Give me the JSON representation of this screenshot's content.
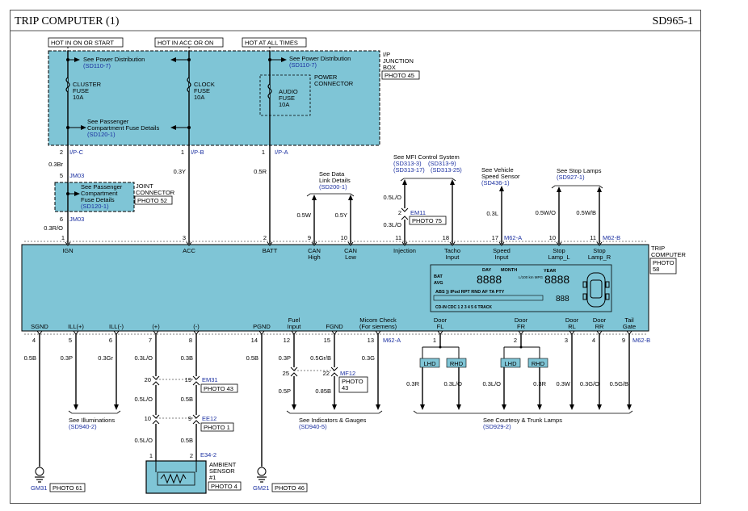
{
  "header": {
    "title": "TRIP COMPUTER (1)",
    "code": "SD965-1"
  },
  "hot_labels": [
    "HOT IN ON OR START",
    "HOT IN ACC OR ON",
    "HOT AT ALL TIMES"
  ],
  "junction_box": {
    "name_lines": [
      "I/P",
      "JUNCTION",
      "BOX"
    ],
    "photo": "PHOTO 45"
  },
  "fuse_box": {
    "see_power_1": "See Power Distribution",
    "see_power_1_ref": "(SD110-7)",
    "see_power_2": "See Power Distribution",
    "see_power_2_ref": "(SD110-7)",
    "power_connector": [
      "POWER",
      "CONNECTOR"
    ],
    "cluster_fuse": [
      "CLUSTER",
      "FUSE",
      "10A"
    ],
    "clock_fuse": [
      "CLOCK",
      "FUSE",
      "10A"
    ],
    "audio_fuse": [
      "AUDIO",
      "FUSE",
      "10A"
    ],
    "see_passenger": [
      "See Passenger",
      "Compartment Fuse Details"
    ],
    "see_passenger_ref": "(SD120-1)"
  },
  "joint_connector": {
    "see": [
      "See Passenger",
      "Compartment",
      "Fuse Details"
    ],
    "ref": "(SD120-1)",
    "name": [
      "JOINT",
      "CONNECTOR"
    ],
    "photo": "PHOTO 52"
  },
  "upper_wires": {
    "ign_pin_top": "2",
    "ign_conn_top": "I/P-C",
    "ign_color1": "0.3Br",
    "ign_pin_jm_in": "5",
    "ign_jm_in": "JM03",
    "ign_pin_jm_out": "6",
    "ign_jm_out": "JM03",
    "ign_color2": "0.3R/O",
    "acc_pin_top": "1",
    "acc_conn_top": "I/P-B",
    "acc_color": "0.3Y",
    "batt_pin_top": "1",
    "batt_conn_top": "I/P-A",
    "batt_color": "0.5R"
  },
  "upper_refs": {
    "data_link": [
      "See Data",
      "Link Details"
    ],
    "data_link_ref": "(SD200-1)",
    "mfi": "See MFI Control System",
    "mfi_refs": [
      "(SD313-3)",
      "(SD313-9)",
      "(SD313-17)",
      "(SD313-25)"
    ],
    "vss": [
      "See Vehicle",
      "Speed Sensor"
    ],
    "vss_ref": "(SD436-1)",
    "stop": "See Stop Lamps",
    "stop_ref": "(SD927-1)",
    "can_h_color": "0.5W",
    "can_l_color": "0.5Y",
    "inj_color1": "0.5L/O",
    "inj_pin_em": "2",
    "inj_em": "EM11",
    "inj_photo": "PHOTO 75",
    "inj_color2": "0.3L/O",
    "speed_color": "0.3L",
    "stopl_color": "0.5W/O",
    "stopr_color": "0.5W/B"
  },
  "trip_computer": {
    "name": [
      "TRIP",
      "COMPUTER"
    ],
    "photo": [
      "PHOTO",
      "58"
    ],
    "top_pins": [
      {
        "num": "1",
        "label": [
          "IGN"
        ]
      },
      {
        "num": "3",
        "label": [
          "ACC"
        ]
      },
      {
        "num": "2",
        "label": [
          "BATT"
        ]
      },
      {
        "num": "9",
        "label": [
          "CAN",
          "High"
        ]
      },
      {
        "num": "10",
        "label": [
          "CAN",
          "Low"
        ]
      },
      {
        "num": "11",
        "label": [
          "Injection"
        ]
      },
      {
        "num": "18",
        "label": [
          "Tacho",
          "Input"
        ]
      },
      {
        "num": "17",
        "label": [
          "Speed",
          "Input"
        ]
      },
      {
        "num": "10",
        "label": [
          "Stop",
          "Lamp_L"
        ]
      },
      {
        "num": "11",
        "label": [
          "Stop",
          "Lamp_R"
        ]
      }
    ],
    "top_conn_a": "M62-A",
    "top_conn_b": "M62-B",
    "bottom_pins": [
      {
        "num": "4",
        "label": [
          "SGND"
        ]
      },
      {
        "num": "5",
        "label": [
          "ILL(+)"
        ]
      },
      {
        "num": "6",
        "label": [
          "ILL(-)"
        ]
      },
      {
        "num": "7",
        "label": [
          "(+)"
        ]
      },
      {
        "num": "8",
        "label": [
          "(-)"
        ]
      },
      {
        "num": "14",
        "label": [
          "PGND"
        ]
      },
      {
        "num": "12",
        "label": [
          "Fuel",
          "Input"
        ]
      },
      {
        "num": "15",
        "label": [
          "FGND"
        ]
      },
      {
        "num": "13",
        "label": [
          "Micom Check",
          "(For siemens)"
        ]
      },
      {
        "num": "1",
        "label": [
          "Door",
          "FL"
        ]
      },
      {
        "num": "2",
        "label": [
          "Door",
          "FR"
        ]
      },
      {
        "num": "3",
        "label": [
          "Door",
          "RL"
        ]
      },
      {
        "num": "4",
        "label": [
          "Door",
          "RR"
        ]
      },
      {
        "num": "9",
        "label": [
          "Tail",
          "Gate"
        ]
      }
    ],
    "bottom_conn_a": "M62-A",
    "bottom_conn_b": "M62-B",
    "display": {
      "day": "DAY",
      "month": "MONTH",
      "year": "YEAR",
      "bat": "BAT",
      "avg": "AVG",
      "digits1": "8888",
      "digits2": "8888",
      "units": "L/100 km MPG",
      "row2": "ABS  ))  IPod RPT RND AF TA PTY",
      "digits3": "888",
      "row3": "CD-IN  CDC 1 2 3 4 5 6 TRACK"
    }
  },
  "lower_wires": {
    "sgnd_color": "0.5B",
    "illp_color": "0.3P",
    "illm_color": "0.3Gr",
    "plus_color1": "0.3L/O",
    "minus_color1": "0.3B",
    "em31_pin_plus": "20",
    "em31_pin_minus": "19",
    "em31": "EM31",
    "em31_photo": "PHOTO 43",
    "plus_color2": "0.5L/O",
    "minus_color2": "0.5B",
    "ee12_pin_plus": "10",
    "ee12_pin_minus": "9",
    "ee12": "EE12",
    "ee12_photo": "PHOTO 1",
    "plus_color3": "0.5L/O",
    "minus_color3": "0.5B",
    "sensor_pin_plus": "1",
    "sensor_pin_minus": "2",
    "sensor_conn": "E34-2",
    "sensor_name": [
      "AMBIENT",
      "SENSOR",
      "#1"
    ],
    "sensor_photo": "PHOTO 4",
    "pgnd_color": "0.5B",
    "fuel_color1": "0.3P",
    "fgnd_color1": "0.5Gr/B",
    "micom_color": "0.3G",
    "mf12_pin_fuel": "25",
    "mf12_pin_fgnd": "22",
    "mf12": "MF12",
    "mf12_photo": [
      "PHOTO",
      "43"
    ],
    "fuel_color2": "0.5P",
    "fgnd_color2": "0.85B",
    "door_fl_colors": [
      "0.3R",
      "0.3L/O"
    ],
    "door_fr_colors": [
      "0.3L/O",
      "0.3R"
    ],
    "door_rl_color": "0.3W",
    "door_rr_color": "0.3G/O",
    "tail_color": "0.5G/B",
    "lhd": "LHD",
    "rhd": "RHD"
  },
  "refs_bottom": {
    "illum": "See Illuminations",
    "illum_ref": "(SD940-2)",
    "gauges": "See Indicators & Gauges",
    "gauges_ref": "(SD940-5)",
    "courtesy": "See Courtesy & Trunk Lamps",
    "courtesy_ref": "(SD929-2)"
  },
  "grounds": {
    "gm31": "GM31",
    "gm31_photo": "PHOTO 61",
    "gm21": "GM21",
    "gm21_photo": "PHOTO 46"
  },
  "colors": {
    "fill": "#7fc5d6",
    "line": "#000000",
    "ref_blue": "#1a2fa0"
  }
}
